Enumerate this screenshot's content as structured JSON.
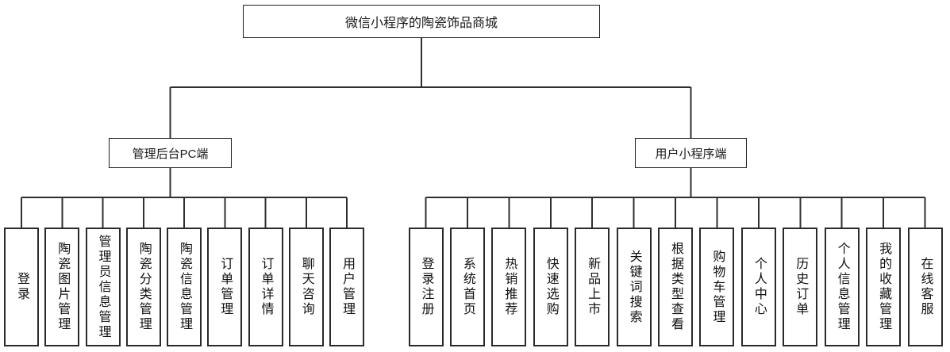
{
  "diagram": {
    "title": "微信小程序的陶瓷饰品商城",
    "root": {
      "label": "微信小程序的陶瓷饰品商城"
    },
    "branches": [
      {
        "label": "管理后台PC端",
        "children": [
          "登录",
          "陶瓷图片管理",
          "管理员信息管理",
          "陶瓷分类管理",
          "陶瓷信息管理",
          "订单管理",
          "订单详情",
          "聊天咨询",
          "用户管理"
        ]
      },
      {
        "label": "用户小程序端",
        "children": [
          "登录注册",
          "系统首页",
          "热销推荐",
          "快速选购",
          "新品上市",
          "关键词搜索",
          "根据类型查看",
          "购物车管理",
          "个人中心",
          "历史订单",
          "个人信息管理",
          "我的收藏管理",
          "在线客服"
        ]
      }
    ],
    "colors": {
      "line": "#2f2f2f",
      "border": "#1f1f1f",
      "background": "#ffffff",
      "text": "#111111"
    }
  }
}
